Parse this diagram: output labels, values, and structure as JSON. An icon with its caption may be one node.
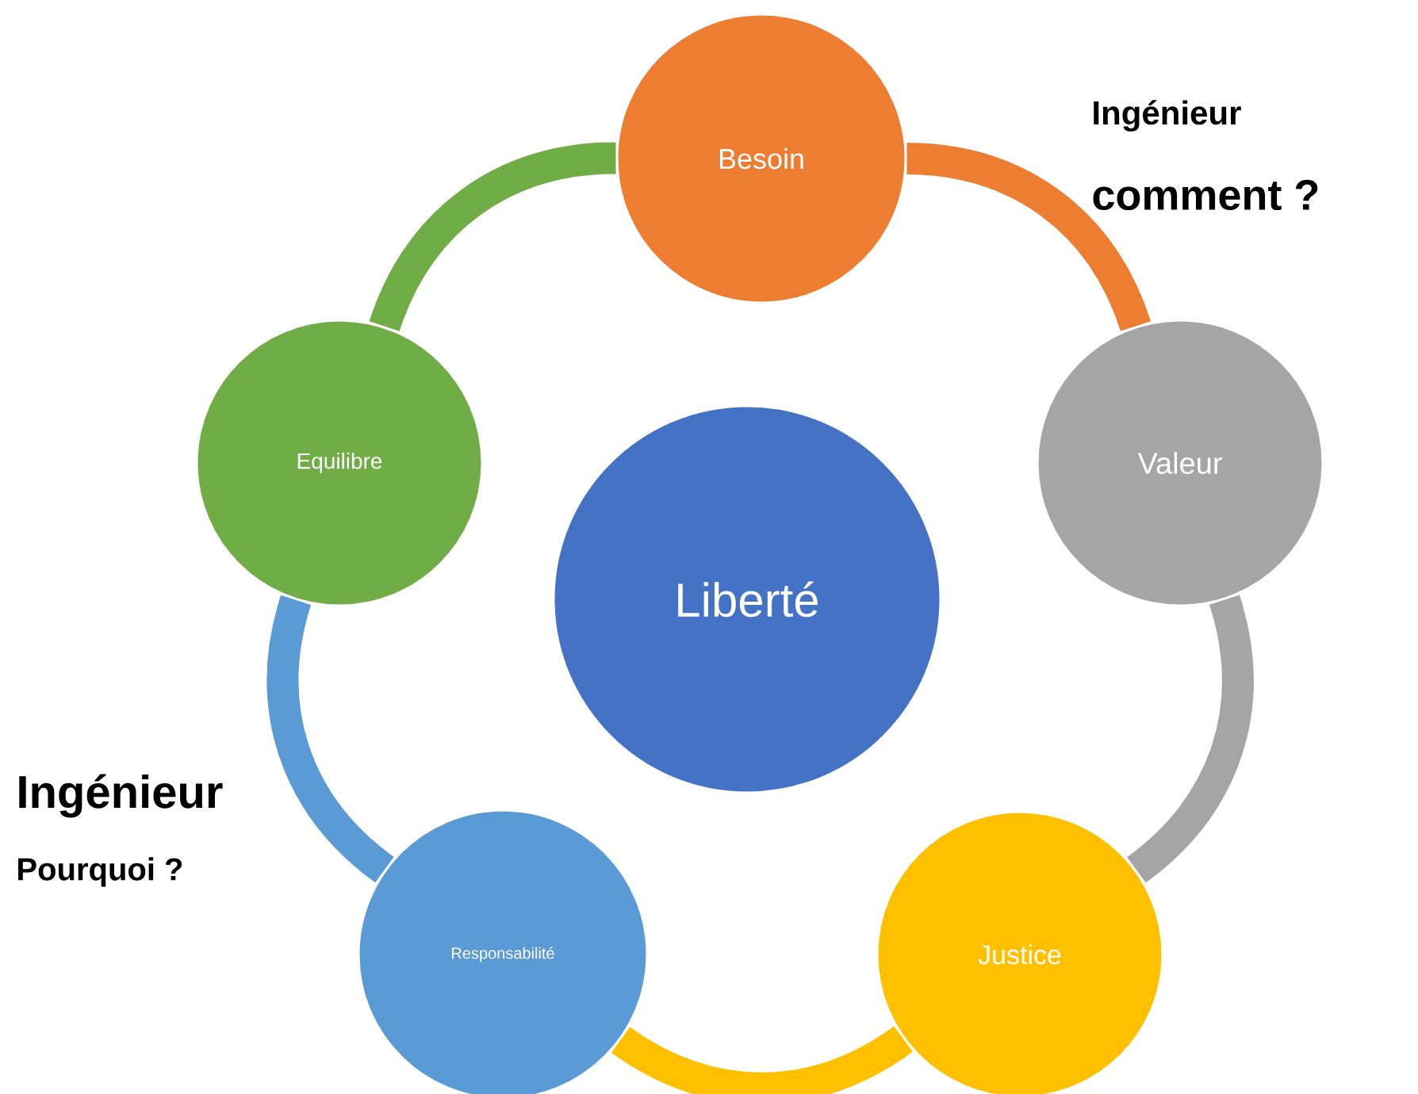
{
  "diagram": {
    "nodes": [
      {
        "text": [
          "Liberté"
        ]
      },
      {
        "text": [
          "Besoin"
        ]
      },
      {
        "text": [
          "Valeur"
        ]
      },
      {
        "text": [
          "Justice"
        ]
      },
      {
        "text": [
          "Responsabilité"
        ]
      },
      {
        "text": [
          "Equilibre"
        ]
      }
    ],
    "edges": [
      {
        "from": 1,
        "to": 2,
        "arrow": "none",
        "color": "#ed7d31"
      },
      {
        "from": 2,
        "to": 3,
        "arrow": "none",
        "color": "#a5a5a5"
      },
      {
        "from": 3,
        "to": 4,
        "arrow": "none",
        "color": "#ffc000"
      },
      {
        "from": 4,
        "to": 5,
        "arrow": "none",
        "color": "#5b9bd5"
      },
      {
        "from": 5,
        "to": 1,
        "arrow": "none",
        "color": "#70ad47"
      }
    ],
    "labels": [
      "Ingénieur",
      "comment ?",
      "Ingénieur",
      "Pourquoi ?"
    ]
  }
}
